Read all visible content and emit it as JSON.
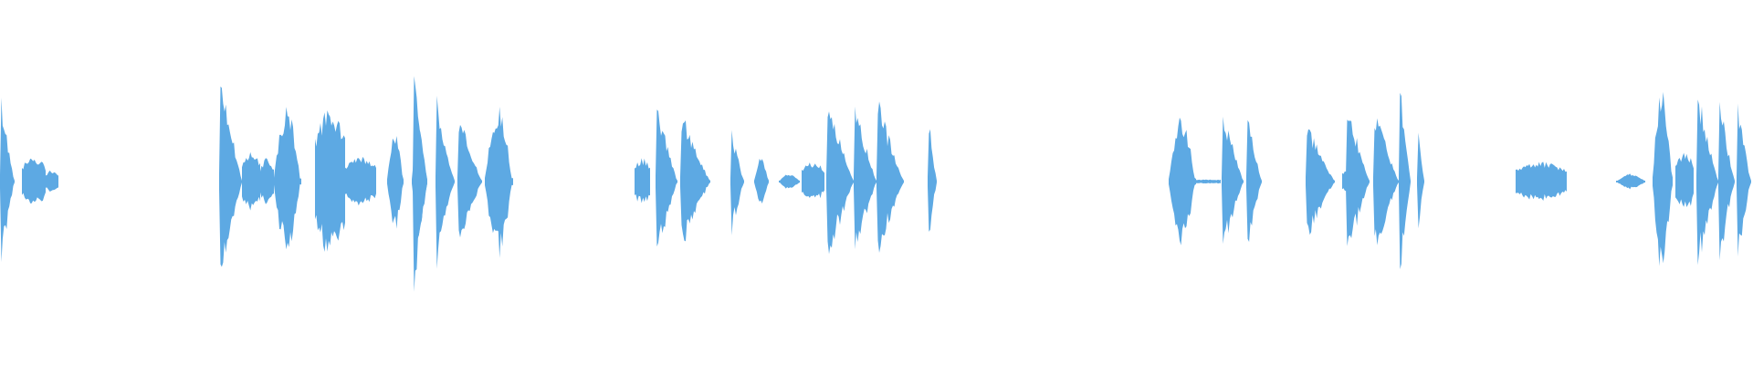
{
  "waveform": {
    "color": "#5DA9E3",
    "background": "#ffffff",
    "segments": [
      {
        "shape": "decay",
        "peak": 0.45
      },
      {
        "shape": "flat",
        "peak": 0.13
      },
      {
        "shape": "flat",
        "peak": 0.06
      },
      {
        "shape": "decay",
        "peak": 0.6
      },
      {
        "shape": "flat",
        "peak": 0.16
      },
      {
        "shape": "flat",
        "peak": 0.12
      },
      {
        "shape": "bulge",
        "peak": 0.38
      },
      {
        "shape": "flat",
        "peak": 0.38
      },
      {
        "shape": "flat",
        "peak": 0.13
      },
      {
        "shape": "bulge",
        "peak": 0.27
      },
      {
        "shape": "bulge",
        "peak": 0.28
      },
      {
        "shape": "decay",
        "peak": 0.6
      },
      {
        "shape": "decay",
        "peak": 0.45
      },
      {
        "shape": "decay",
        "peak": 0.38
      },
      {
        "shape": "bulge",
        "peak": 0.38
      },
      {
        "shape": "flat",
        "peak": 0.12
      },
      {
        "shape": "decay",
        "peak": 0.42
      },
      {
        "shape": "decay",
        "peak": 0.36
      },
      {
        "shape": "decay",
        "peak": 0.28
      },
      {
        "shape": "bulge",
        "peak": 0.13
      },
      {
        "shape": "dot",
        "peak": 0.04
      },
      {
        "shape": "flat",
        "peak": 0.1
      },
      {
        "shape": "decay",
        "peak": 0.45
      },
      {
        "shape": "decay",
        "peak": 0.42
      },
      {
        "shape": "decay",
        "peak": 0.42
      },
      {
        "shape": "decay",
        "peak": 0.38
      },
      {
        "shape": "bulge",
        "peak": 0.33
      },
      {
        "shape": "tick",
        "peak": 0.01
      },
      {
        "shape": "decay",
        "peak": 0.38
      },
      {
        "shape": "decay",
        "peak": 0.35
      },
      {
        "shape": "decay",
        "peak": 0.3
      },
      {
        "shape": "flat",
        "peak": 0.08
      },
      {
        "shape": "decay",
        "peak": 0.42
      },
      {
        "shape": "decay",
        "peak": 0.38
      },
      {
        "shape": "decay",
        "peak": 0.55
      },
      {
        "shape": "decay",
        "peak": 0.32
      },
      {
        "shape": "flat",
        "peak": 0.1
      },
      {
        "shape": "dot",
        "peak": 0.04
      },
      {
        "shape": "bulge",
        "peak": 0.48
      },
      {
        "shape": "flat",
        "peak": 0.15
      },
      {
        "shape": "decay",
        "peak": 0.48
      },
      {
        "shape": "decay",
        "peak": 0.45
      },
      {
        "shape": "decay",
        "peak": 0.42
      },
      {
        "shape": "flat",
        "peak": 0.26
      },
      {
        "shape": "decay",
        "peak": 0.32
      },
      {
        "shape": "flat",
        "peak": 0.12
      },
      {
        "shape": "flat",
        "peak": 0.17
      }
    ]
  }
}
